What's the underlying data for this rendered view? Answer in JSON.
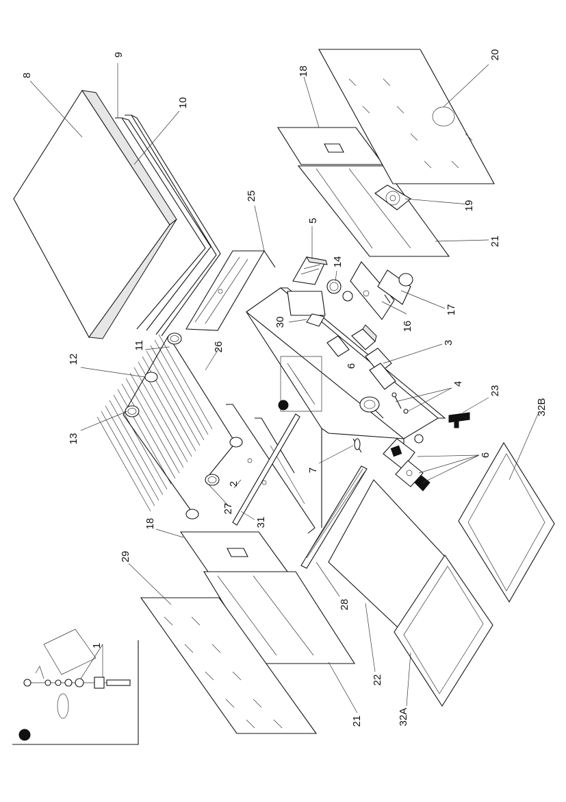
{
  "labels": {
    "p1": "1",
    "p2": "2",
    "p3": "3",
    "p4": "4",
    "p5": "5",
    "p6a": "6",
    "p6b": "6",
    "p7": "7",
    "p8": "8",
    "p9": "9",
    "p10": "10",
    "p11": "11",
    "p12": "12",
    "p13": "13",
    "p14": "14",
    "p16": "16",
    "p17": "17",
    "p18a": "18",
    "p18b": "18",
    "p19": "19",
    "p20": "20",
    "p21a": "21",
    "p21b": "21",
    "p22": "22",
    "p23": "23",
    "p25": "25",
    "p26": "26",
    "p27": "27",
    "p28": "28",
    "p29": "29",
    "p30": "30",
    "p31": "31",
    "p32a": "32A",
    "p32b": "32B"
  }
}
